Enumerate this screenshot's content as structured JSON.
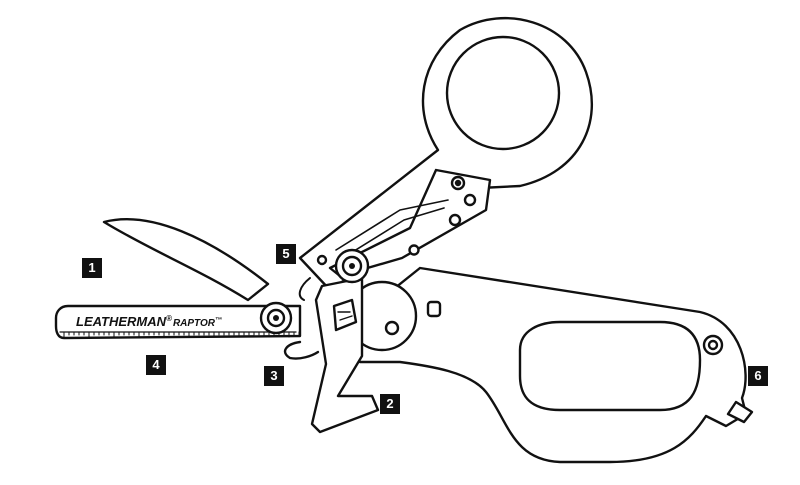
{
  "brand": {
    "name": "LEATHERMAN",
    "name_mark": "®",
    "model": "RAPTOR",
    "model_mark": "™"
  },
  "callouts": [
    "1",
    "2",
    "3",
    "4",
    "5",
    "6"
  ],
  "colors": {
    "ink": "#111111",
    "background": "#ffffff"
  }
}
